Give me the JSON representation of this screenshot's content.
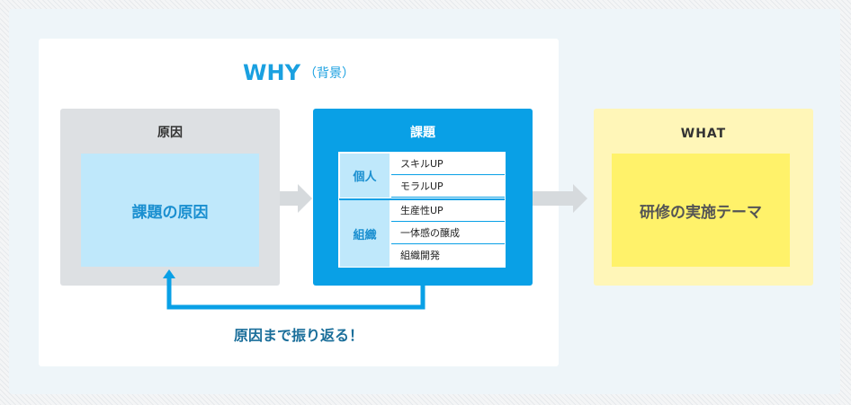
{
  "why": {
    "title": "WHY",
    "subtitle": "（背景）"
  },
  "cause": {
    "heading": "原因",
    "inner_label": "課題の原因"
  },
  "issue": {
    "heading": "課題",
    "groups": [
      {
        "label": "個人",
        "items": [
          "スキルUP",
          "モラルUP"
        ]
      },
      {
        "label": "組織",
        "items": [
          "生産性UP",
          "一体感の醸成",
          "組織開発"
        ]
      }
    ]
  },
  "what": {
    "heading": "WHAT",
    "inner_label": "研修の実施テーマ"
  },
  "feedback": {
    "label": "原因まで振り返る！"
  },
  "colors": {
    "accent_blue": "#09a0e6",
    "light_blue": "#bfe8fb",
    "gray_box": "#dde0e3",
    "yellow_outer": "#fff6b8",
    "yellow_inner": "#fff26a",
    "arrow_gray": "#d6dadd"
  }
}
